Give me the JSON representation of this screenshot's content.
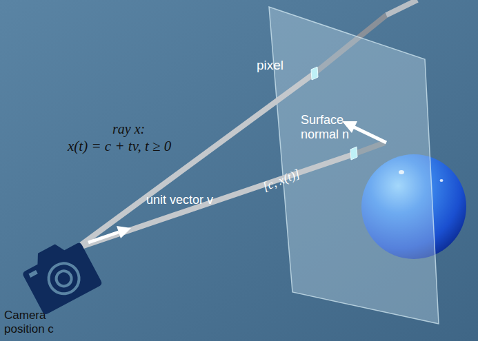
{
  "diagram": {
    "labels": [
      "pixel",
      "ray x:",
      "x(t) = c + tv, t ≥ 0",
      "Surface normal n",
      "[c, x(t)]",
      "unit vector v",
      "Camera position c"
    ]
  }
}
